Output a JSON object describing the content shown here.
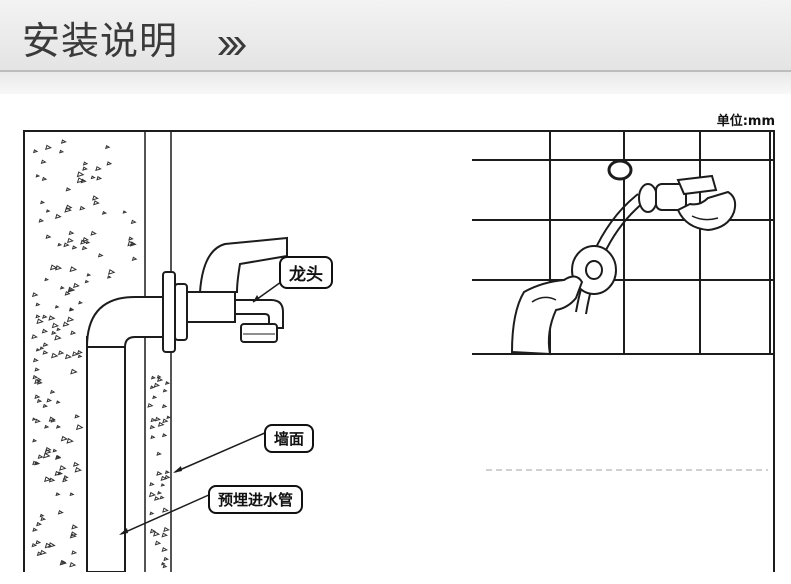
{
  "header": {
    "title": "安装说明",
    "arrows_icon": "triple-chevron-right-icon"
  },
  "unit_label": "单位:mm",
  "left_diagram": {
    "faucet_label": "龙头",
    "wall_label": "墙面",
    "pipe_label": "预埋进水管"
  },
  "right_diagram": {
    "tiles": "wall tiles",
    "illustration": "hands wrapping thread seal tape around sprayer hose connector"
  },
  "colors": {
    "header_bg": "#e9e9e9",
    "title": "#3a3a3a",
    "line": "#1c1c1c"
  }
}
